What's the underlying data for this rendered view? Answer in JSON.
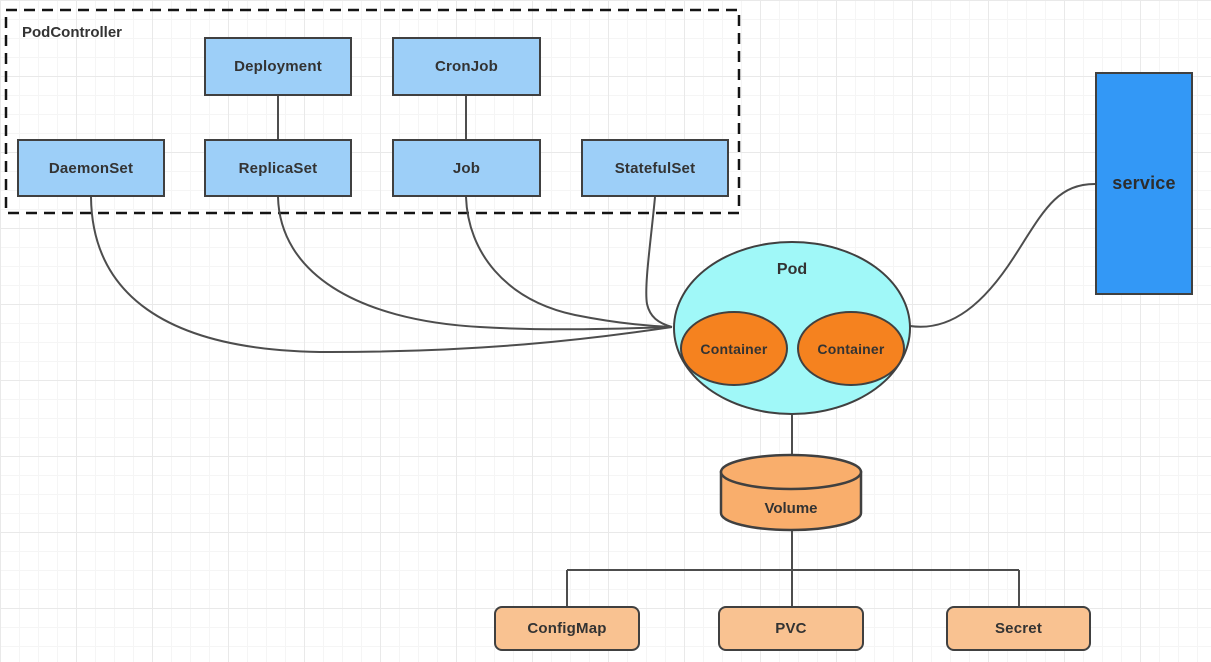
{
  "diagram": {
    "group_label": "PodController",
    "nodes": {
      "deployment": "Deployment",
      "cronjob": "CronJob",
      "daemonset": "DaemonSet",
      "replicaset": "ReplicaSet",
      "job": "Job",
      "statefulset": "StatefulSet",
      "service": "service",
      "pod": "Pod",
      "container_left": "Container",
      "container_right": "Container",
      "volume": "Volume",
      "configmap": "ConfigMap",
      "pvc": "PVC",
      "secret": "Secret"
    },
    "colors": {
      "controller_fill": "#9dcff8",
      "service_fill": "#3398f6",
      "pod_fill": "#a0f8f8",
      "container_fill": "#f5821f",
      "volume_fill": "#f9ae6c",
      "resource_fill": "#f9c291",
      "shape_border": "#404040",
      "group_border": "#141414",
      "edge_line": "#4d4d4d",
      "text": "#333333"
    }
  }
}
